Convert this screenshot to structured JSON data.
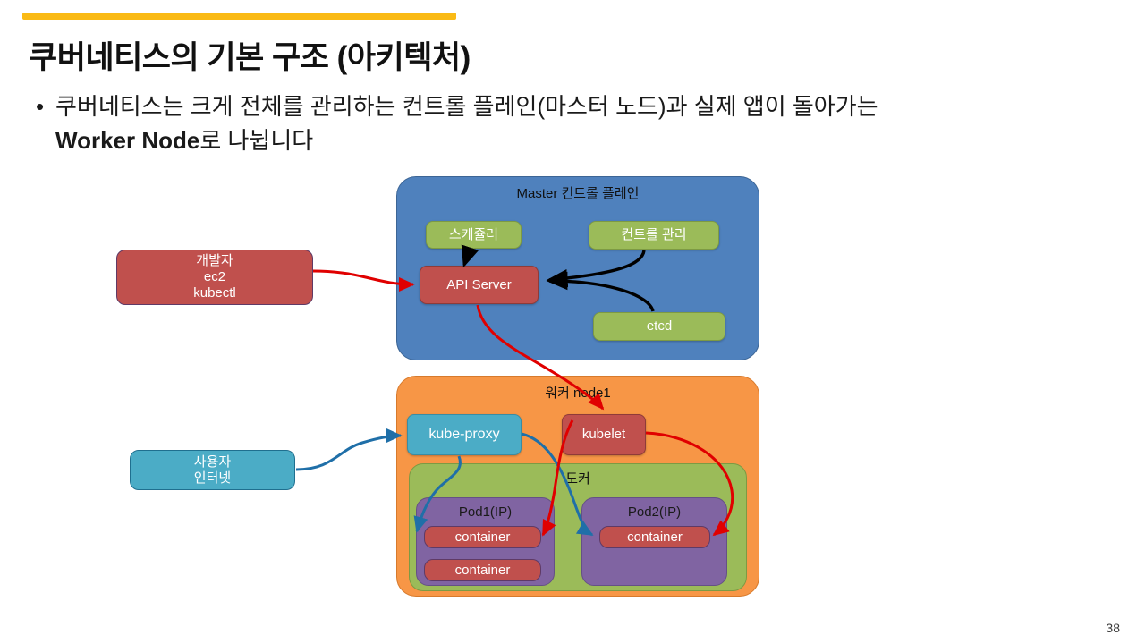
{
  "slide": {
    "title": "쿠버네티스의 기본 구조 (아키텍처)",
    "accent_color": "#FABA15",
    "number": "38",
    "bullet": {
      "marker": "•",
      "line1": "쿠버네티스는 크게 전체를 관리하는 컨트롤 플레인(마스터 노드)과 실제 앱이 돌아가는",
      "line2_bold": "Worker Node",
      "line2_rest": "로 나뉩니다"
    }
  },
  "diagram": {
    "external": {
      "developer": {
        "line1": "개발자",
        "line2": "ec2",
        "line3": "kubectl",
        "color": "#C0504D"
      },
      "user": {
        "line1": "사용자",
        "line2": "인터넷",
        "color": "#4BACC6"
      }
    },
    "master": {
      "title": "Master 컨트롤 플레인",
      "color": "#4F81BD",
      "components": {
        "scheduler": {
          "label": "스케쥴러",
          "color": "#9BBB59"
        },
        "controller_manager": {
          "label": "컨트롤 관리",
          "color": "#9BBB59"
        },
        "api_server": {
          "label": "API Server",
          "color": "#C0504D"
        },
        "etcd": {
          "label": "etcd",
          "color": "#9BBB59"
        }
      }
    },
    "worker": {
      "title": "워커 node1",
      "color": "#F79646",
      "components": {
        "kube_proxy": {
          "label": "kube-proxy",
          "color": "#4BACC6"
        },
        "kubelet": {
          "label": "kubelet",
          "color": "#C0504D"
        }
      },
      "docker": {
        "title": "도커",
        "color": "#9BBB59",
        "pods": [
          {
            "label": "Pod1(IP)",
            "color": "#8064A2",
            "containers": [
              "container",
              "container"
            ]
          },
          {
            "label": "Pod2(IP)",
            "color": "#8064A2",
            "containers": [
              "container"
            ]
          }
        ]
      }
    },
    "arrows": {
      "developer_to_api_color": "#E00000",
      "api_to_kubelet_color": "#E00000",
      "kubelet_to_container_color": "#E00000",
      "user_to_proxy_color": "#1F6FA8",
      "proxy_to_container_color": "#1F6FA8",
      "internal_master_color": "#000000"
    }
  }
}
